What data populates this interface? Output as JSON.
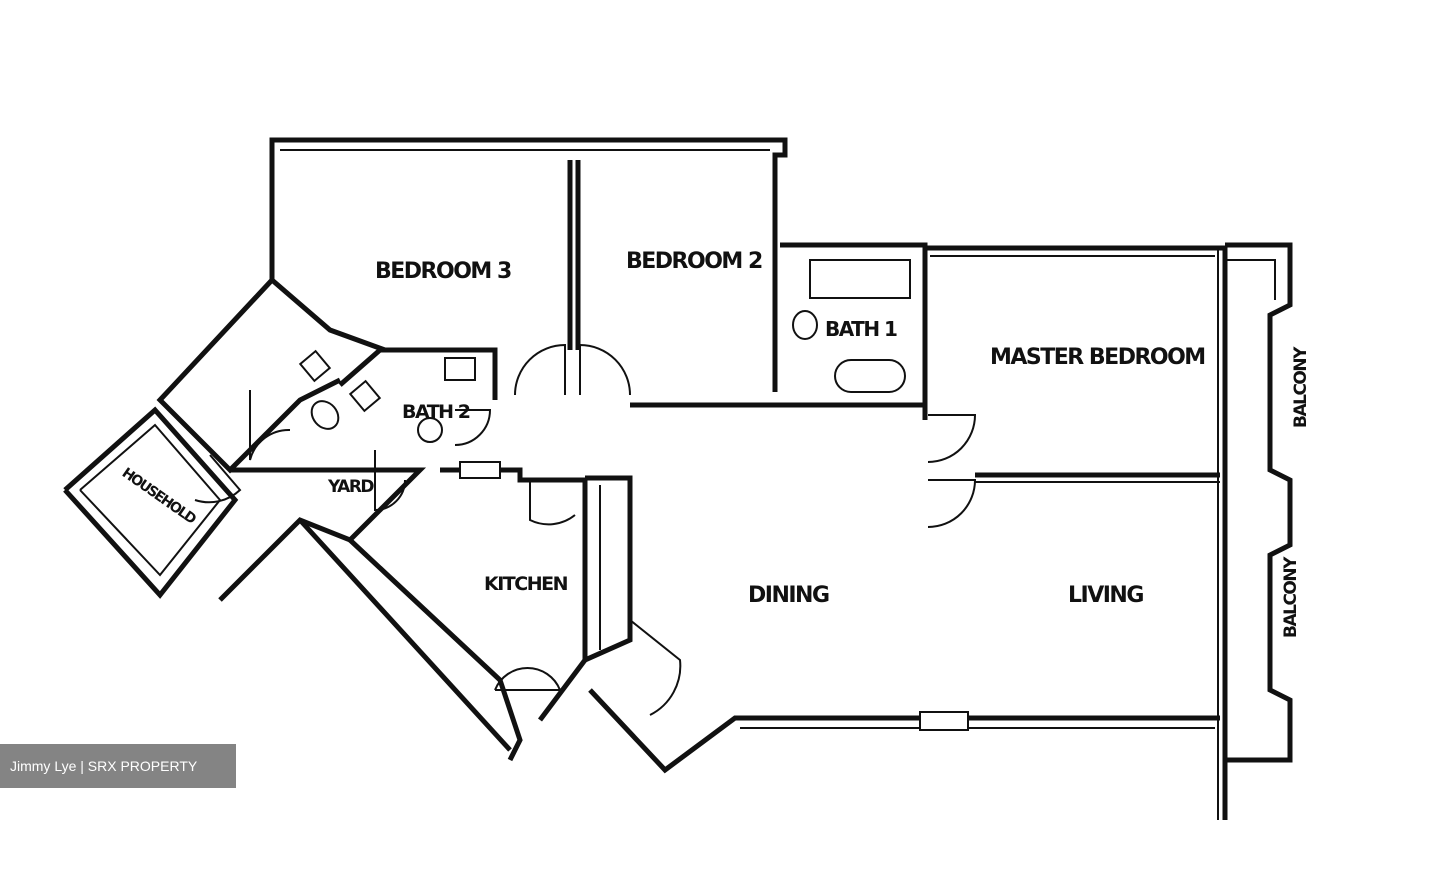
{
  "rooms": {
    "bedroom3": "BEDROOM 3",
    "bedroom2": "BEDROOM 2",
    "bath1": "BATH 1",
    "master": "MASTER BEDROOM",
    "bath2": "BATH 2",
    "yard": "YARD",
    "household": "HOUSEHOLD",
    "kitchen": "KITCHEN",
    "dining": "DINING",
    "living": "LIVING",
    "balcony_upper": "BALCONY",
    "balcony_lower": "BALCONY"
  },
  "watermark": "Jimmy Lye | SRX PROPERTY"
}
